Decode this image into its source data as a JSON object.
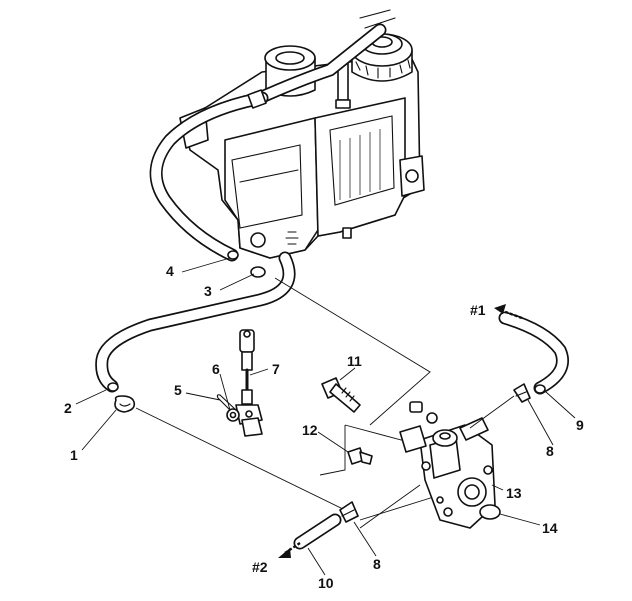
{
  "callouts": [
    {
      "id": "1",
      "text": "1"
    },
    {
      "id": "2",
      "text": "2"
    },
    {
      "id": "3",
      "text": "3"
    },
    {
      "id": "4",
      "text": "4"
    },
    {
      "id": "5",
      "text": "5"
    },
    {
      "id": "6",
      "text": "6"
    },
    {
      "id": "7",
      "text": "7"
    },
    {
      "id": "8a",
      "text": "8"
    },
    {
      "id": "8b",
      "text": "8"
    },
    {
      "id": "9",
      "text": "9"
    },
    {
      "id": "10",
      "text": "10"
    },
    {
      "id": "11",
      "text": "11"
    },
    {
      "id": "12",
      "text": "12"
    },
    {
      "id": "13",
      "text": "13"
    },
    {
      "id": "14",
      "text": "14"
    }
  ],
  "directions": {
    "to_1": "#1",
    "to_2": "#2"
  },
  "colors": {
    "ink": "#111111",
    "paper": "#ffffff"
  }
}
